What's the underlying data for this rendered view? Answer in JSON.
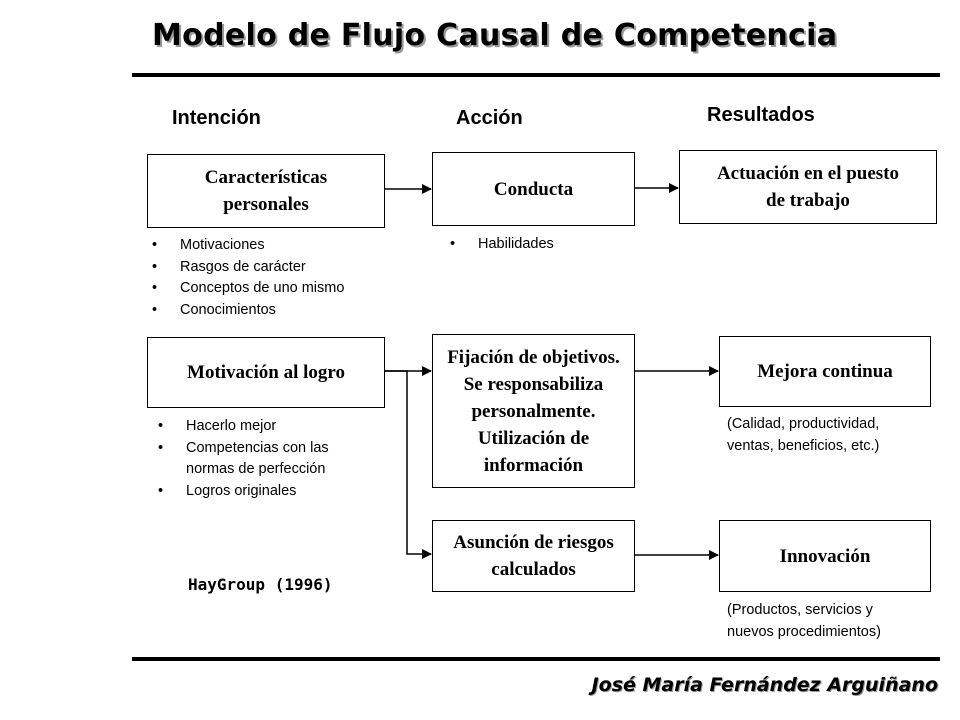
{
  "title": "Modelo de Flujo Causal de Competencia",
  "columns": {
    "intencion": "Intención",
    "accion": "Acción",
    "resultados": "Resultados"
  },
  "boxes": {
    "caracteristicas": [
      "Características",
      "personales"
    ],
    "conducta": [
      "Conducta"
    ],
    "actuacion": [
      "Actuación en el puesto",
      "de trabajo"
    ],
    "motivacion": [
      "Motivación al logro"
    ],
    "fijacion": [
      "Fijación de objetivos.",
      "Se responsabiliza",
      "personalmente.",
      "Utilización de",
      "información"
    ],
    "mejora": [
      "Mejora continua"
    ],
    "asuncion": [
      "Asunción de riesgos",
      "calculados"
    ],
    "innovacion": [
      "Innovación"
    ]
  },
  "bullets": {
    "caracteristicas": [
      "Motivaciones",
      "Rasgos de carácter",
      "Conceptos de uno mismo",
      "Conocimientos"
    ],
    "conducta": [
      "Habilidades"
    ],
    "motivacion": [
      "Hacerlo mejor",
      "Competencias con las",
      "normas de perfección",
      "Logros originales"
    ]
  },
  "notes": {
    "mejora": [
      "(Calidad, productividad,",
      "ventas, beneficios, etc.)"
    ],
    "innovacion": [
      "(Productos, servicios y",
      "nuevos procedimientos)"
    ]
  },
  "credit": "HayGroup (1996)",
  "author": "José María Fernández Arguiñano"
}
